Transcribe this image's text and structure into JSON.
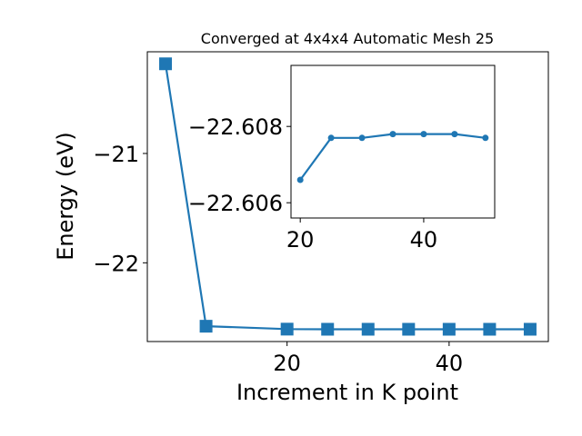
{
  "chart_data": {
    "title": "Converged at 4x4x4 Automatic Mesh 25",
    "xlabel": "Increment in K point",
    "ylabel": "Energy (eV)",
    "main": {
      "type": "line",
      "marker": "square",
      "color": "#1f77b4",
      "x": [
        5,
        10,
        20,
        25,
        30,
        35,
        40,
        45,
        50
      ],
      "y": [
        -20.18,
        -22.58,
        -22.6066,
        -22.6077,
        -22.6077,
        -22.6078,
        -22.6078,
        -22.6078,
        -22.6077
      ],
      "xlim": [
        2.75,
        52.25
      ],
      "ylim": [
        -22.72,
        -20.07
      ],
      "xticks": [
        20,
        40
      ],
      "xtick_labels": [
        "20",
        "40"
      ],
      "yticks": [
        -21,
        -22
      ],
      "ytick_labels": [
        "−21",
        "−22"
      ],
      "grid": false
    },
    "inset": {
      "type": "line",
      "marker": "circle",
      "color": "#1f77b4",
      "x": [
        20,
        25,
        30,
        35,
        40,
        45,
        50
      ],
      "y": [
        -22.6066,
        -22.6077,
        -22.6077,
        -22.6078,
        -22.6078,
        -22.6078,
        -22.6077
      ],
      "xlim": [
        18.5,
        51.5
      ],
      "ylim": [
        -22.6056,
        -22.6096
      ],
      "xticks": [
        20,
        40
      ],
      "xtick_labels": [
        "20",
        "40"
      ],
      "yticks": [
        -22.608,
        -22.606
      ],
      "ytick_labels": [
        "−22.608",
        "−22.606"
      ],
      "grid": false
    }
  }
}
